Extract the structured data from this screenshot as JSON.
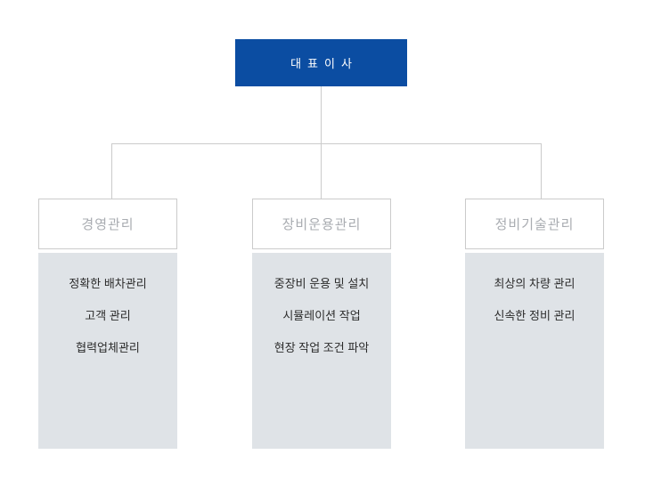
{
  "org_chart": {
    "root": {
      "label": "대표이사"
    },
    "columns": [
      {
        "id": "management",
        "title": "경영관리",
        "items": [
          "정확한 배차관리",
          "고객 관리",
          "협력업체관리"
        ]
      },
      {
        "id": "equipment-operation",
        "title": "장비운용관리",
        "items": [
          "중장비 운용 및 설치",
          "시뮬레이션 작업",
          "현장 작업 조건 파악"
        ]
      },
      {
        "id": "maintenance-technology",
        "title": "정비기술관리",
        "items": [
          "최상의 차량 관리",
          "신속한 정비 관리"
        ]
      }
    ],
    "colors": {
      "root_bg": "#0b4da2",
      "root_text": "#ffffff",
      "box_border": "#cbcbcb",
      "connector": "#cbcbcb",
      "body_bg": "#dfe3e7",
      "title_text": "#a9acb1",
      "item_text": "#2b2b2b",
      "page_bg": "#ffffff"
    }
  }
}
